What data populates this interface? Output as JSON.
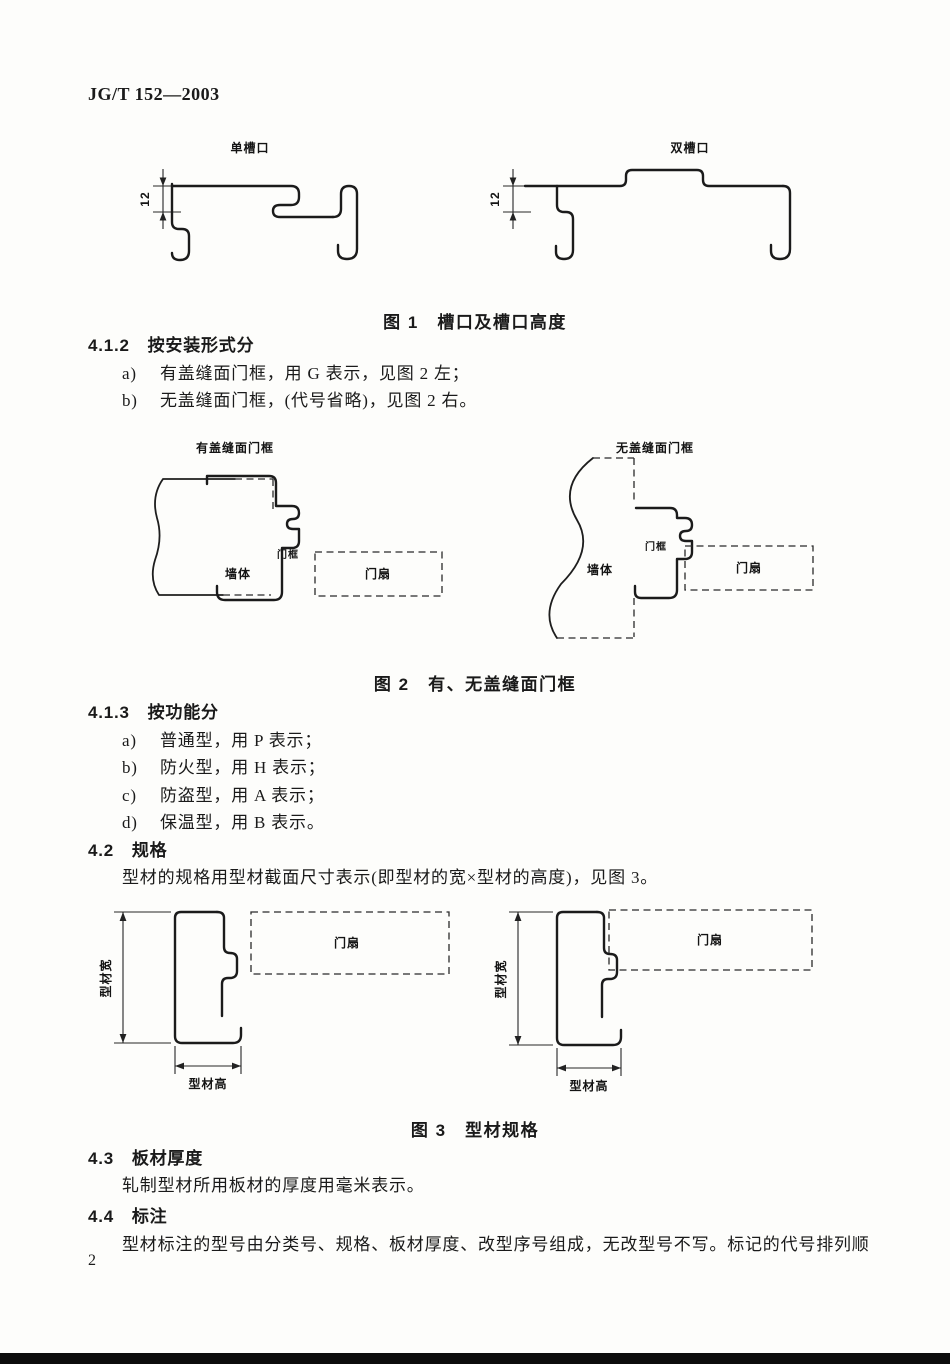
{
  "doc": {
    "header": "JG/T 152—2003",
    "page_number": "2"
  },
  "fig1": {
    "label_left": "单槽口",
    "label_right": "双槽口",
    "dim": "12",
    "caption": "图 1　槽口及槽口高度"
  },
  "s412": {
    "heading": "4.1.2　按安装形式分",
    "items": [
      {
        "marker": "a)",
        "text": "有盖缝面门框，用 G 表示，见图 2 左；"
      },
      {
        "marker": "b)",
        "text": "无盖缝面门框，(代号省略)，见图 2 右。"
      }
    ]
  },
  "fig2": {
    "label_left": "有盖缝面门框",
    "label_right": "无盖缝面门框",
    "wall": "墙体",
    "frame": "门框",
    "leaf": "门扇",
    "caption": "图 2　有、无盖缝面门框"
  },
  "s413": {
    "heading": "4.1.3　按功能分",
    "items": [
      {
        "marker": "a)",
        "text": "普通型，用 P 表示；"
      },
      {
        "marker": "b)",
        "text": "防火型，用 H 表示；"
      },
      {
        "marker": "c)",
        "text": "防盗型，用 A 表示；"
      },
      {
        "marker": "d)",
        "text": "保温型，用 B 表示。"
      }
    ]
  },
  "s42": {
    "heading": "4.2　规格",
    "body": "型材的规格用型材截面尺寸表示(即型材的宽×型材的高度)，见图 3。"
  },
  "fig3": {
    "width_label": "型材宽",
    "height_label": "型材高",
    "leaf": "门扇",
    "caption": "图 3　型材规格"
  },
  "s43": {
    "heading": "4.3　板材厚度",
    "body": "轧制型材所用板材的厚度用毫米表示。"
  },
  "s44": {
    "heading": "4.4　标注",
    "body": "型材标注的型号由分类号、规格、板材厚度、改型序号组成，无改型号不写。标记的代号排列顺"
  }
}
